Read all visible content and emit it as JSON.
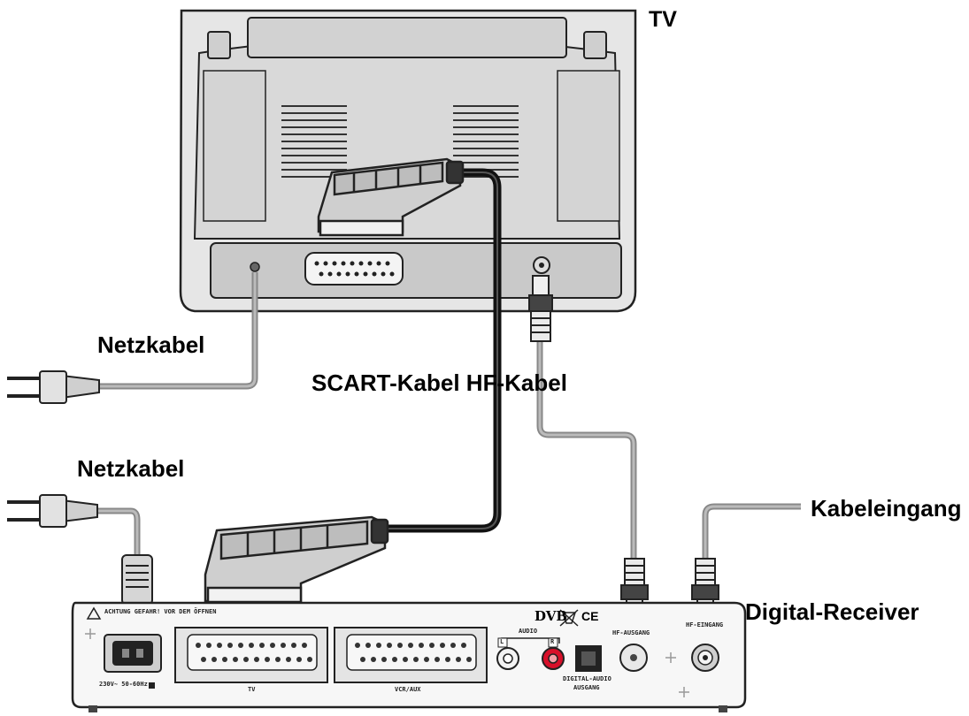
{
  "labels": {
    "tv": "TV",
    "netzkabel_tv": "Netzkabel",
    "netzkabel_receiver": "Netzkabel",
    "scart_hf": "SCART-Kabel HF-Kabel",
    "kabeleingang": "Kabeleingang",
    "digital_receiver": "Digital-Receiver"
  },
  "receiver_panel": {
    "warning": "ACHTUNG GEFAHR! VOR DEM ÖFFNEN",
    "power_rating": "230V~ 50-60Hz",
    "audio": "AUDIO",
    "audio_l": "L",
    "audio_r": "R",
    "dvb": "DVB",
    "ce": "CE",
    "hf_ausgang": "HF-AUSGANG",
    "hf_eingang": "HF-EINGANG",
    "scart_tv": "TV",
    "scart_vcr": "VCR/AUX",
    "digital_audio_line1": "DIGITAL-AUDIO",
    "digital_audio_line2": "AUSGANG"
  },
  "colors": {
    "line": "#222222",
    "device_fill": "#e6e6e6",
    "device_dark": "#bdbdbd",
    "cable_grey": "#9a9a9a",
    "scart_cable": "#111111",
    "audio_red": "#d8102a"
  }
}
